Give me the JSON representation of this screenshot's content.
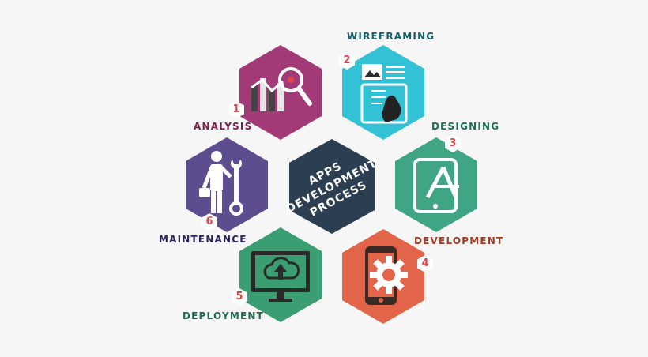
{
  "center": {
    "line1": "APPS",
    "line2": "DEVELOPMENT",
    "line3": "PROCESS",
    "color": "#2b3e52"
  },
  "steps": [
    {
      "number": "1",
      "label": "ANALYSIS",
      "color": "#a23a78",
      "label_color": "#7d1d4a",
      "icon": "analysis-chart-magnifier-icon"
    },
    {
      "number": "2",
      "label": "WIREFRAMING",
      "color": "#33c1d6",
      "label_color": "#13606b",
      "icon": "wireframe-tablet-hand-icon"
    },
    {
      "number": "3",
      "label": "DESIGNING",
      "color": "#3fa585",
      "label_color": "#1e6b57",
      "icon": "design-tablet-tools-icon"
    },
    {
      "number": "4",
      "label": "DEVELOPMENT",
      "color": "#e2654a",
      "label_color": "#a83a22",
      "icon": "development-phone-gear-icon"
    },
    {
      "number": "5",
      "label": "DEPLOYMENT",
      "color": "#3a9e72",
      "label_color": "#1e6b4d",
      "icon": "deployment-monitor-cloud-icon"
    },
    {
      "number": "6",
      "label": "MAINTENANCE",
      "color": "#5e4d8e",
      "label_color": "#2f2560",
      "icon": "maintenance-worker-wrench-icon"
    }
  ]
}
